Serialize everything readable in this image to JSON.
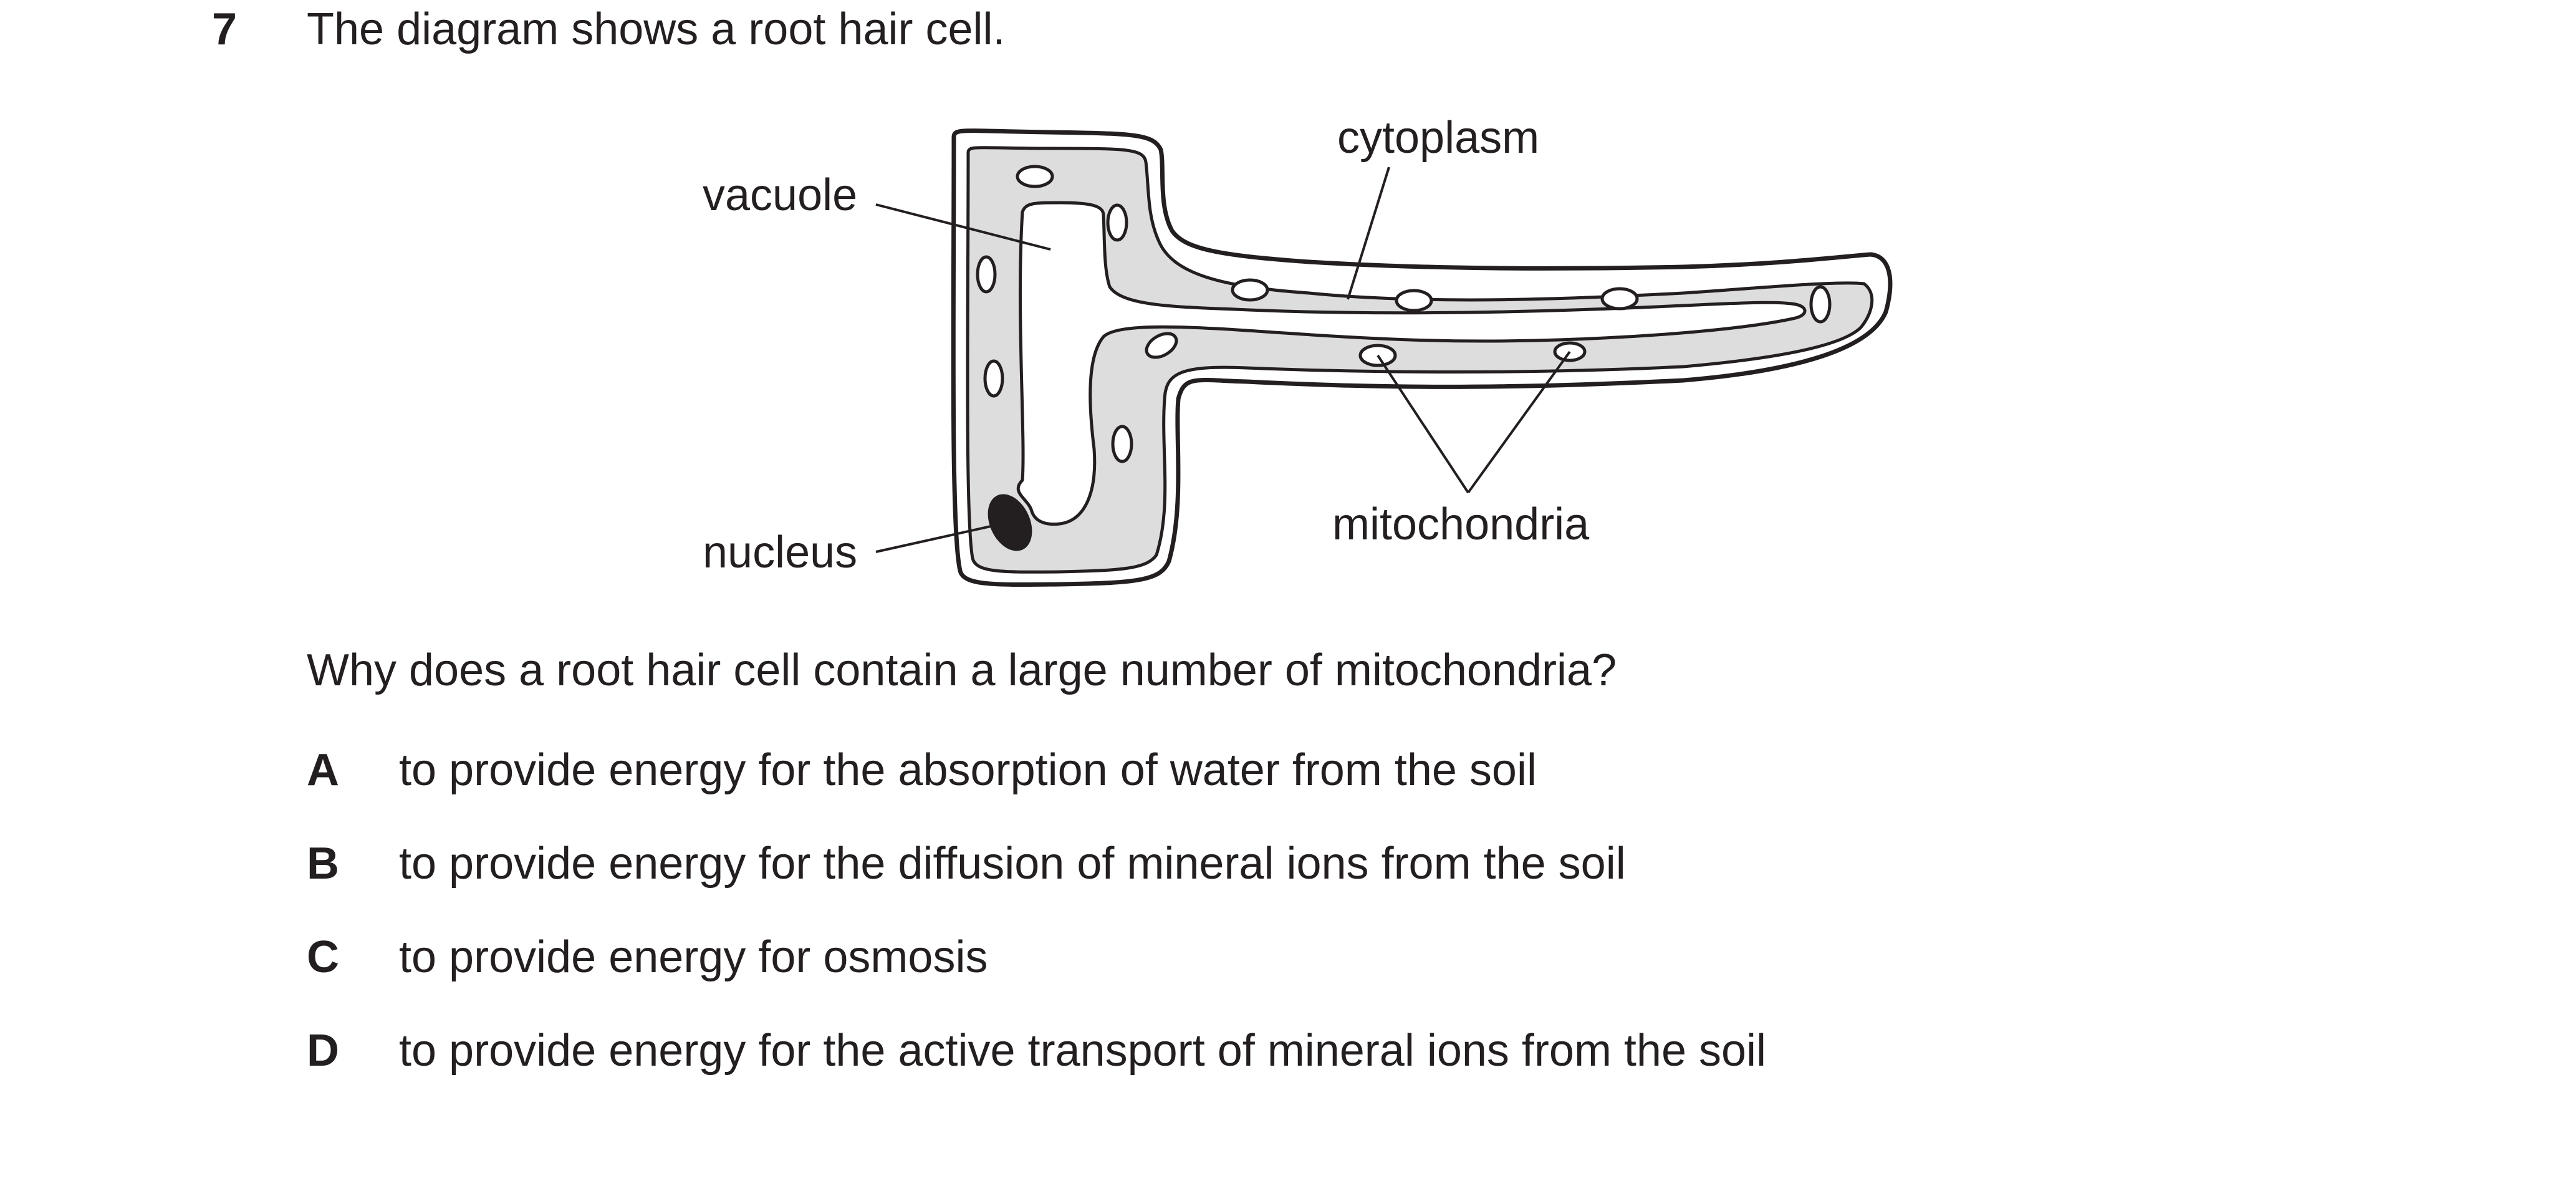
{
  "question": {
    "number": "7",
    "stem": "The diagram shows a root hair cell.",
    "prompt": "Why does a root hair cell contain a large number of mitochondria?"
  },
  "diagram": {
    "labels": {
      "vacuole": "vacuole",
      "cytoplasm": "cytoplasm",
      "nucleus": "nucleus",
      "mitochondria": "mitochondria"
    }
  },
  "options": [
    {
      "letter": "A",
      "text": "to provide energy for the absorption of water from the soil"
    },
    {
      "letter": "B",
      "text": "to provide energy for the diffusion of mineral ions from the soil"
    },
    {
      "letter": "C",
      "text": "to provide energy for osmosis"
    },
    {
      "letter": "D",
      "text": "to provide energy for the active transport of mineral ions from the soil"
    }
  ]
}
